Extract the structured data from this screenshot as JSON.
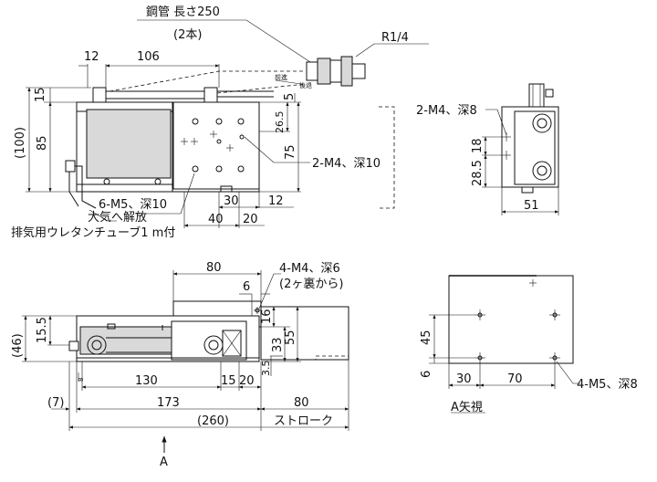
{
  "top_view": {
    "pipe_note": "鋼管 長さ250",
    "pipe_count": "(2本)",
    "port_label": "R1/4",
    "front_label": "前進",
    "back_label": "後退",
    "dim_12": "12",
    "dim_106": "106",
    "dim_15": "15",
    "dim_100": "(100)",
    "dim_85": "85",
    "dim_5": "5",
    "dim_26_5": "26.5",
    "dim_75": "75",
    "tap_right": "2-M4、深10",
    "tap_bottom": "6-M5、深10",
    "atmos_note": "大気へ解放",
    "exhaust_note": "排気用ウレタンチューブ1 m付",
    "dim_30": "30",
    "dim_12b": "12",
    "dim_40": "40",
    "dim_20": "20"
  },
  "side_view": {
    "tap": "2-M4、深8",
    "dim_18": "18",
    "dim_28_5": "28.5",
    "dim_51": "51"
  },
  "front_view": {
    "dim_80_top": "80",
    "tap": "4-M4、深6",
    "tap_note": "(2ヶ裏から)",
    "dim_6": "6",
    "dim_46": "(46)",
    "dim_15_5": "15.5",
    "dim_16": "16",
    "dim_33": "33",
    "dim_55": "55",
    "dim_3_5": "3.5",
    "dim_8": "8",
    "dim_130": "130",
    "dim_15": "15",
    "dim_20": "20",
    "dim_7": "(7)",
    "dim_173": "173",
    "dim_80": "80",
    "dim_260": "(260)",
    "stroke_label": "ストローク",
    "arrow_label": "A"
  },
  "view_a": {
    "dim_45": "45",
    "dim_6": "6",
    "dim_30": "30",
    "dim_70": "70",
    "tap": "4-M5、深8",
    "title": "A矢視"
  }
}
